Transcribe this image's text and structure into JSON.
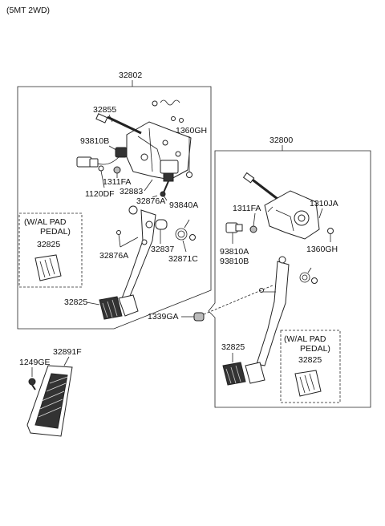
{
  "header": {
    "variant": "(5MT 2WD)"
  },
  "assemblies": {
    "left": {
      "number": "32802"
    },
    "right": {
      "number": "32800"
    }
  },
  "left_labels": {
    "bolt": "32855",
    "sensor": "93810B",
    "nut_1311": "1311FA",
    "screw_1120": "1120DF",
    "nut_1360": "1360GH",
    "bushing": "32883",
    "switch_small": "32876A",
    "switch_big": "93840A",
    "pad_note_1": "(W/AL PAD",
    "pad_note_2": "PEDAL)",
    "pad_part": "32825",
    "arm_switch": "32876A",
    "stopper": "32837",
    "spring": "32871C",
    "pedal_pad": "32825"
  },
  "right_labels": {
    "nut_1311": "1311FA",
    "bracket_1310": "1310JA",
    "sensor_a": "93810A",
    "sensor_b": "93810B",
    "nut_1360": "1360GH",
    "nut_1339": "1339GA",
    "pedal_pad": "32825",
    "pad_note_1": "(W/AL PAD",
    "pad_note_2": "PEDAL)",
    "pad_part": "32825"
  },
  "accelerator": {
    "screw": "1249GE",
    "pedal": "32891F"
  }
}
